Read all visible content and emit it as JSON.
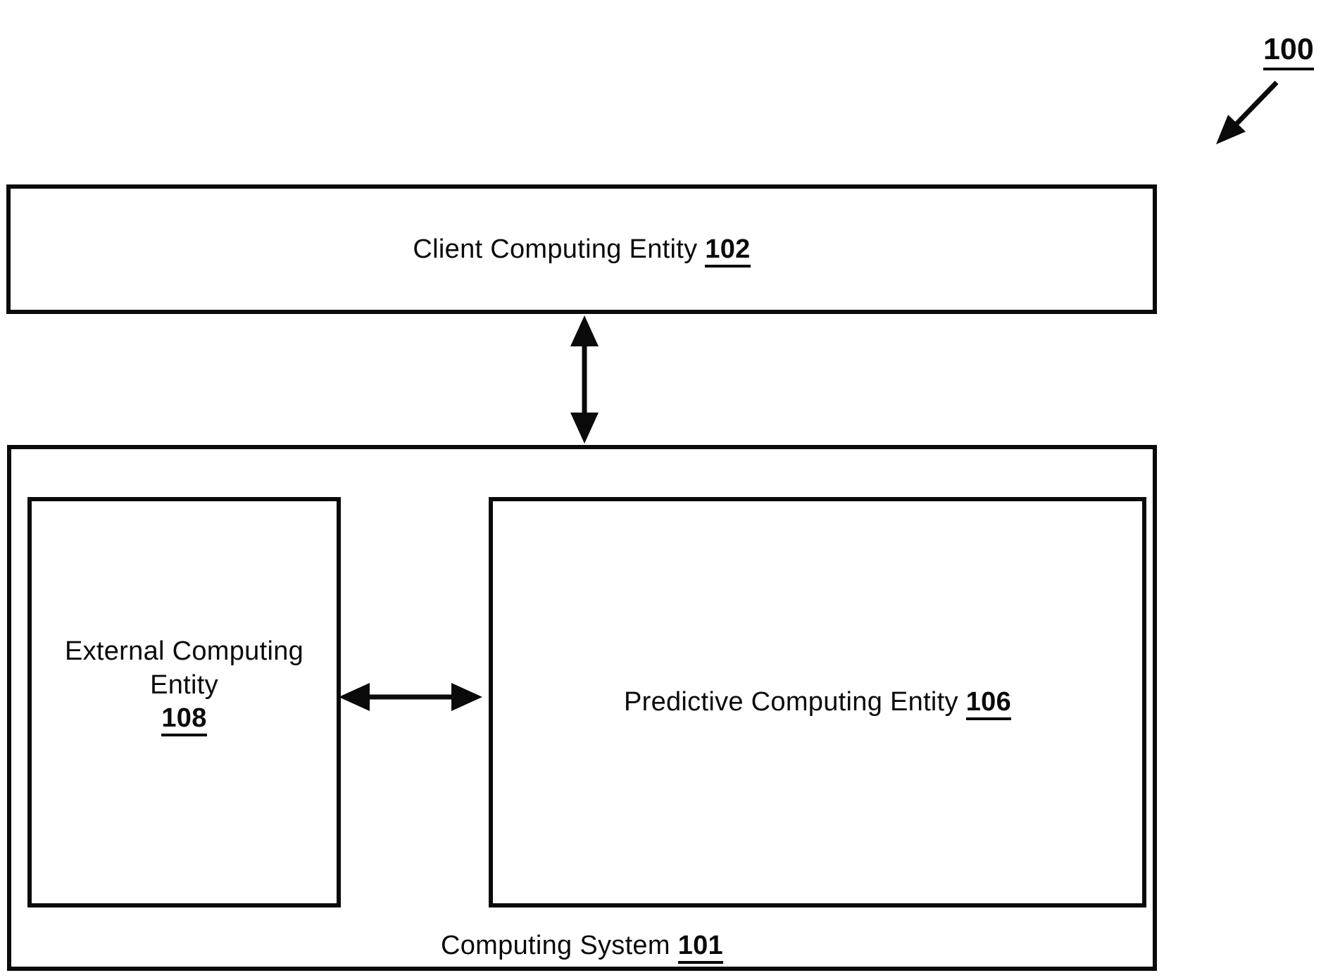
{
  "figure": {
    "reference_label": "100"
  },
  "boxes": {
    "client": {
      "label": "Client Computing Entity",
      "ref": "102"
    },
    "computing_system": {
      "label": "Computing System",
      "ref": "101"
    },
    "external": {
      "label_line1": "External Computing",
      "label_line2": "Entity",
      "ref": "108"
    },
    "predictive": {
      "label": "Predictive Computing Entity",
      "ref": "106"
    }
  },
  "icons": {
    "figure_ref_arrow": "diagonal-arrow-down-left",
    "client_system_arrow": "double-headed-vertical-arrow",
    "external_predictive_arrow": "double-headed-horizontal-arrow"
  },
  "colors": {
    "line": "#0a0a0a",
    "background": "#ffffff"
  }
}
